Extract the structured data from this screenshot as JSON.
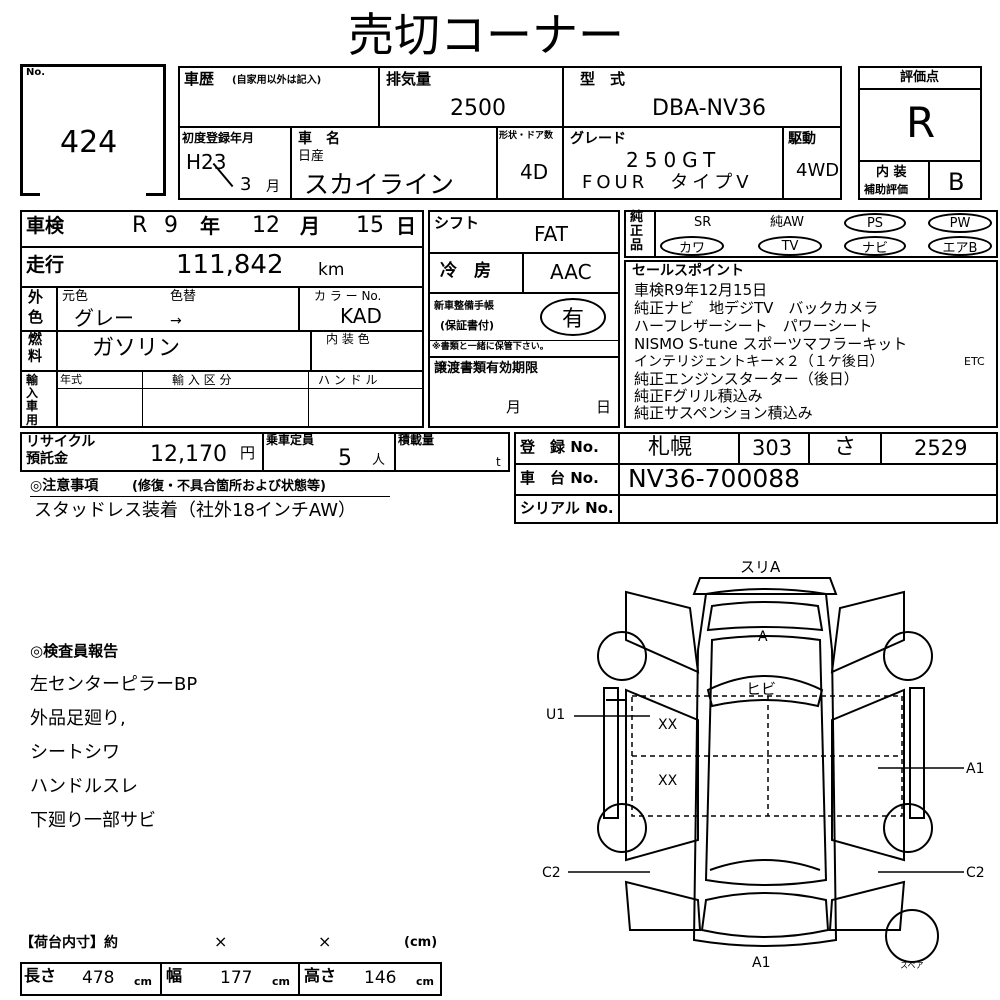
{
  "title": "売切コーナー",
  "lot": {
    "label": "No.",
    "value": "424"
  },
  "history": {
    "label": "車歴",
    "note": "(自家用以外は記入)"
  },
  "displacement": {
    "label": "排気量",
    "value": "2500"
  },
  "model": {
    "label": "型　式",
    "value": "DBA-NV36"
  },
  "first_reg": {
    "label": "初度登録年月",
    "era": "H23",
    "month": "3",
    "month_unit": "月"
  },
  "car_name": {
    "label": "車　名",
    "maker": "日産",
    "value": "スカイライン"
  },
  "body": {
    "label": "形状・ドア数",
    "value": "4D"
  },
  "grade": {
    "label": "グレード",
    "line1": "250GT",
    "line2": "FOUR　タイプV"
  },
  "drive": {
    "label": "駆動",
    "value": "4WD"
  },
  "score": {
    "label": "評価点",
    "value": "R",
    "interior_label1": "内 装",
    "interior_label2": "補助評価",
    "interior_value": "B"
  },
  "inspection": {
    "label": "車検",
    "era": "R",
    "year": "9",
    "year_unit": "年",
    "month": "12",
    "month_unit": "月",
    "day": "15",
    "day_unit": "日"
  },
  "mileage": {
    "label": "走行",
    "value": "111,842",
    "unit": "km"
  },
  "color": {
    "label1": "外",
    "label2": "色",
    "orig_label": "元色",
    "change_label": "色替",
    "value": "グレー",
    "arrow": "→",
    "code_label": "カ ラ ー No.",
    "code": "KAD",
    "interior_label": "内 装 色"
  },
  "fuel": {
    "label1": "燃",
    "label2": "料",
    "value": "ガソリン"
  },
  "import": {
    "label": "輸入車用",
    "year_label": "年式",
    "class_label": "輸 入 区 分",
    "handle_label": "ハ ン ド ル"
  },
  "shift": {
    "label": "シフト",
    "value": "FAT"
  },
  "ac": {
    "label": "冷　房",
    "value": "AAC"
  },
  "manual": {
    "label1": "新車整備手帳",
    "label2": "(保証書付)",
    "value": "有",
    "note": "※書類と一緒に保管下さい。"
  },
  "transfer": {
    "label": "譲渡書類有効期限",
    "month_unit": "月",
    "day_unit": "日"
  },
  "equipment": {
    "label1": "純",
    "label2": "正",
    "label3": "品",
    "items": [
      "SR",
      "純AW",
      "PS",
      "PW",
      "カワ",
      "TV",
      "ナビ",
      "エアB"
    ]
  },
  "sales_points": {
    "label": "セールスポイント",
    "lines": [
      "車検R9年12月15日",
      "純正ナビ　地デジTV　バックカメラ",
      "ハーフレザーシート　パワーシート",
      "NISMO S-tune スポーツマフラーキット",
      "インテリジェントキー×２（１ケ後日）",
      "純正エンジンスターター（後日）",
      "純正Fグリル積込み",
      "純正サスペンション積込み"
    ],
    "etc": "ETC"
  },
  "recycle": {
    "label1": "リサイクル",
    "label2": "預託金",
    "value": "12,170",
    "unit": "円"
  },
  "capacity": {
    "label": "乗車定員",
    "value": "5",
    "unit": "人"
  },
  "load": {
    "label": "積載量",
    "unit": "t"
  },
  "registration": {
    "label": "登　録 No.",
    "city": "札幌",
    "class": "303",
    "kana": "さ",
    "number": "2529"
  },
  "chassis": {
    "label": "車　台 No.",
    "value": "NV36-700088"
  },
  "serial": {
    "label": "シリアル No."
  },
  "notes": {
    "label": "◎注意事項",
    "sub": "(修復・不具合箇所および状態等)",
    "text": "スタッドレス装着（社外18インチAW）"
  },
  "inspector": {
    "label": "◎検査員報告",
    "lines": [
      "左センターピラーBP",
      "外品足廻り,",
      "シートシワ",
      "ハンドルスレ",
      "下廻り一部サビ"
    ]
  },
  "cargo": {
    "label": "【荷台内寸】約",
    "x1": "×",
    "x2": "×",
    "unit_label": "(cm)",
    "length_label": "長さ",
    "length": "478",
    "width_label": "幅",
    "width": "177",
    "height_label": "高さ",
    "height": "146",
    "cm": "cm"
  },
  "diagram": {
    "top": "スリA",
    "a": "A",
    "hibi": "ヒビ",
    "u1": "U1",
    "xx1": "XX",
    "xx2": "XX",
    "a1_right": "A1",
    "c2_left": "C2",
    "c2_right": "C2",
    "a1_bottom": "A1",
    "spare": "スペア"
  }
}
